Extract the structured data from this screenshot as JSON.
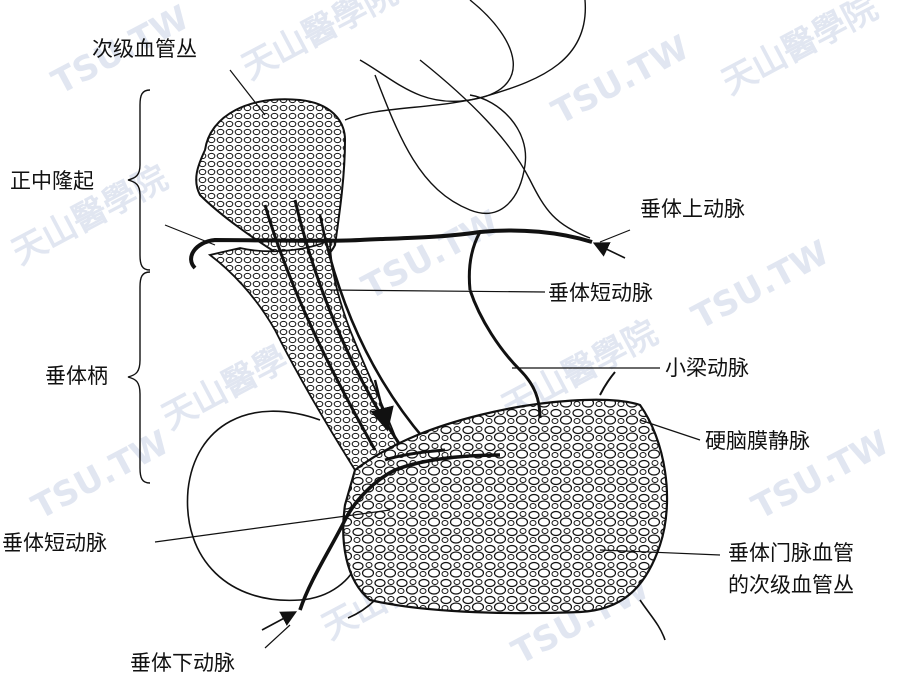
{
  "labels": {
    "secondary_plexus_top": "次级血管丛",
    "median_eminence": "正中隆起",
    "infundibular_stalk": "垂体柄",
    "short_hypophyseal_artery_left": "垂体短动脉",
    "inferior_hypophyseal_artery": "垂体下动脉",
    "superior_hypophyseal_artery": "垂体上动脉",
    "short_hypophyseal_artery_right": "垂体短动脉",
    "trabecular_artery": "小梁动脉",
    "dural_vein": "硬脑膜静脉",
    "portal_plexus_line1": "垂体门脉血管",
    "portal_plexus_line2": "的次级血管丛"
  },
  "watermark": {
    "latin": "TSU.TW",
    "chinese": "天山醫學院"
  },
  "colors": {
    "ink": "#111111",
    "watermark": "#c9d3e6"
  }
}
